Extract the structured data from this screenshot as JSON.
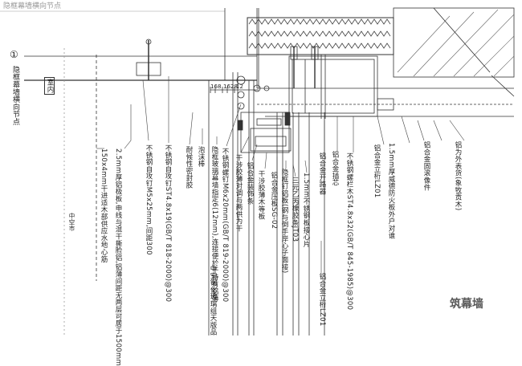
{
  "header_text": "隐框幕墙横向节点",
  "section_marker": "①",
  "drawing_title": "隐框幕墙横向节点",
  "floor_label": "室内",
  "room_side_label": "中空市",
  "grid_numbers": [
    "16",
    "8",
    "16",
    "28",
    "12"
  ],
  "callouts": [
    "150x4mm干进适木部供应水地心筋",
    "2.5mm厚铝极板,申线与混干撕脸铝,铝薄间距无两层可居于1500mm",
    "不锈钢自攻钉M5x25mm,间距300",
    "不锈钢自攻钉ST4.8x19(GB/T 818-2000)@300",
    "耐候性密封胶",
    "泡沫棒",
    "隐框玻璃幕墙指定6(12mm),连接便於干持有铝薄",
    "不锈钢螺钉M6x20mm(GB/T 819-2000)@300",
    "干涉胶薄对调与两供为干",
    "铝合金装饰条",
    "干涉胶薄木等板",
    "铝合金压板SG-02",
    "隐框钉铝板(钢与倒手岸心子面接)",
    "三元乙丙橡胶条JT03",
    "1.5mm不锈钢板接心片",
    "铝合金开路器",
    "铝合金插芯",
    "不锈钢螺栏木ST4.8x32(GB/T 845-1985)@300",
    "铝合金立桁LZ01",
    "1.5mm厚威德防火板外户对谁",
    "铝合金固滚像件",
    "铝为外表货(象牧贡木)",
    "中空钢化玻璃组天版品",
    "铝合金立桁LZ01"
  ],
  "watermark": "筑幕墙",
  "colors": {
    "line": "#333333",
    "insulation": "#444444"
  }
}
